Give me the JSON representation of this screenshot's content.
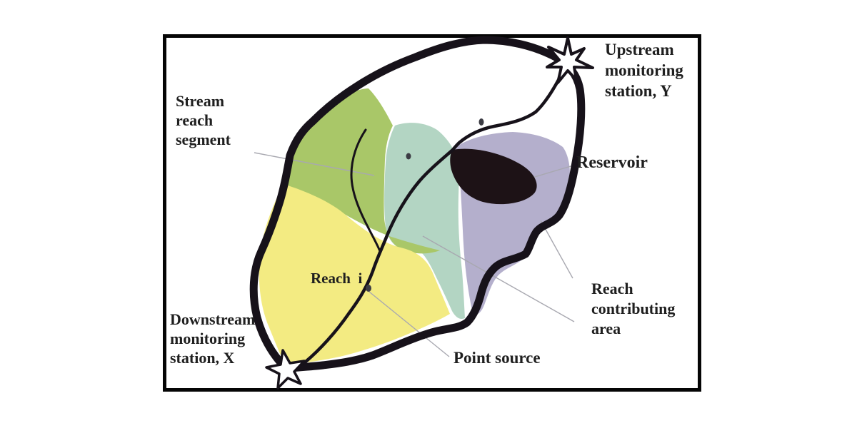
{
  "figure": {
    "labels": {
      "stream_reach_segment": "Stream\nreach\nsegment",
      "upstream_station": "Upstream\nmonitoring\nstation, Y",
      "reservoir": "Reservoir",
      "reach_i": "Reach  i",
      "reach_contributing_area": "Reach\ncontributing\narea",
      "downstream_station": "Downstream\nmonitoring\nstation, X",
      "point_source": "Point source"
    },
    "colors": {
      "green_reach_area": "#a9c768",
      "teal_reach_area": "#b3d5c3",
      "purple_reach_area": "#b4afcc",
      "yellow_reach_area": "#f3eb82",
      "reservoir_fill": "#1d1216",
      "outline": "#17121a",
      "frame": "#050505",
      "leader_line": "#a8a8b0",
      "marker": "#3c3c44",
      "station_star_fill": "#ffffff"
    }
  }
}
